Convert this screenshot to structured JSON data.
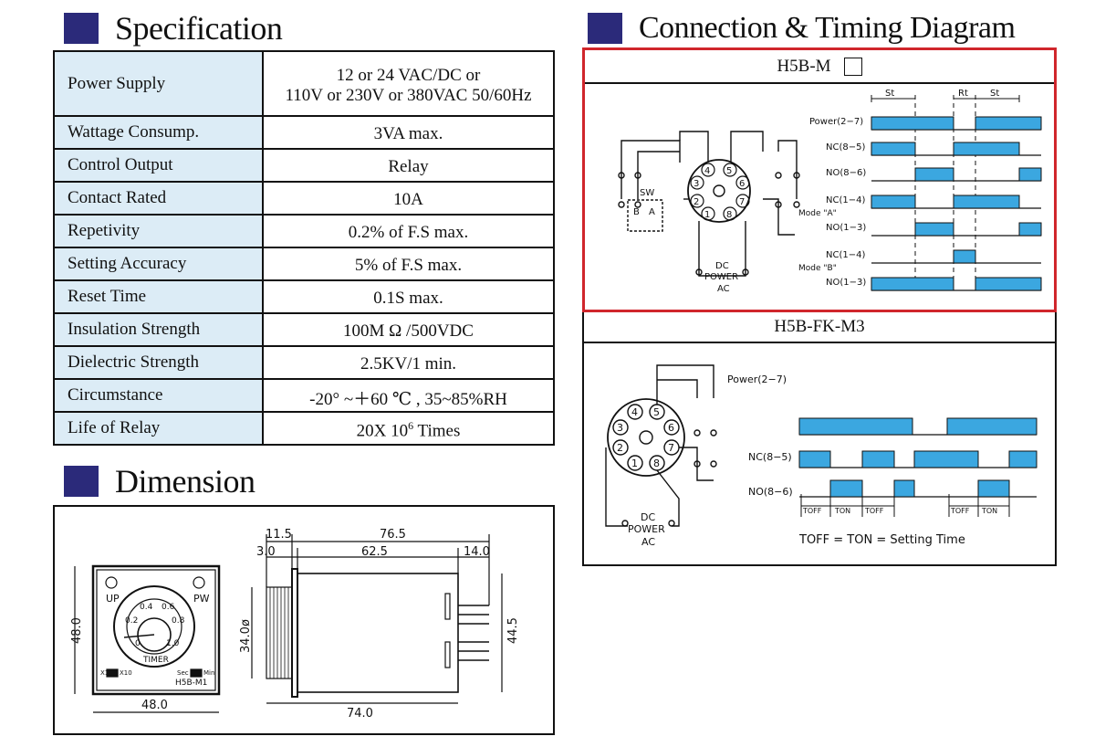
{
  "headings": {
    "specification": "Specification",
    "dimension": "Dimension",
    "connection": "Connection & Timing Diagram"
  },
  "spec_rows": [
    {
      "label": "Power Supply",
      "value": "12 or 24 VAC/DC or",
      "value2": "110V or 230V or 380VAC  50/60Hz"
    },
    {
      "label": "Wattage Consump.",
      "value": "3VA max."
    },
    {
      "label": "Control Output",
      "value": "Relay"
    },
    {
      "label": "Contact Rated",
      "value": "10A"
    },
    {
      "label": "Repetivity",
      "value": "0.2% of F.S max."
    },
    {
      "label": "Setting Accuracy",
      "value": "5% of F.S max."
    },
    {
      "label": "Reset Time",
      "value": "0.1S max."
    },
    {
      "label": "Insulation Strength",
      "value": "100M Ω /500VDC"
    },
    {
      "label": "Dielectric Strength",
      "value": "2.5KV/1 min."
    },
    {
      "label": "Circumstance",
      "value": "-20° ~＋60 ℃ , 35~85%RH"
    },
    {
      "label": "Life of Relay",
      "value": "20X 10",
      "sup": "6",
      "value_tail": " Times"
    }
  ],
  "dimension": {
    "front_width": "48.0",
    "front_height": "48.0",
    "up": "UP",
    "pw": "PW",
    "dial": [
      "0.2",
      "0.4",
      "0.6",
      "0.8",
      "1.0",
      "0"
    ],
    "timer": "TIMER",
    "x1": "X1",
    "x10": "X10",
    "sec": "Sec",
    "min": "Min",
    "model": "H5B-M1",
    "d_11_5": "11.5",
    "d_76_5": "76.5",
    "d_3_0": "3.0",
    "d_62_5": "62.5",
    "d_14_0": "14.0",
    "d_34": "34.0ø",
    "d_44_5": "44.5",
    "d_74_0": "74.0"
  },
  "h5bm": {
    "title": "H5B-M",
    "sw": "SW",
    "b": "B",
    "a": "A",
    "dc": "DC",
    "power": "POWER",
    "ac": "AC",
    "st": "St",
    "rt": "Rt",
    "rows": [
      "Power(2−7)",
      "NC(8−5)",
      "NO(8−6)",
      "NC(1−4)",
      "NO(1−3)",
      "NC(1−4)",
      "NO(1−3)"
    ],
    "mode_a": "Mode \"A\"",
    "mode_b": "Mode \"B\"",
    "pins": [
      "4",
      "5",
      "3",
      "6",
      "2",
      "7",
      "1",
      "8"
    ]
  },
  "h5bfk": {
    "title": "H5B-FK-M3",
    "rows": [
      "Power(2−7)",
      "NC(8−5)",
      "NO(8−6)"
    ],
    "dc": "DC",
    "power": "POWER",
    "ac": "AC",
    "toff": "TOFF",
    "ton": "TON",
    "legend": "TOFF = TON = Setting Time"
  },
  "colors": {
    "accent": "#2b2a7a",
    "highlight": "#d0262c",
    "pulse": "#3ba7e0",
    "cell": "#dcecf6"
  }
}
